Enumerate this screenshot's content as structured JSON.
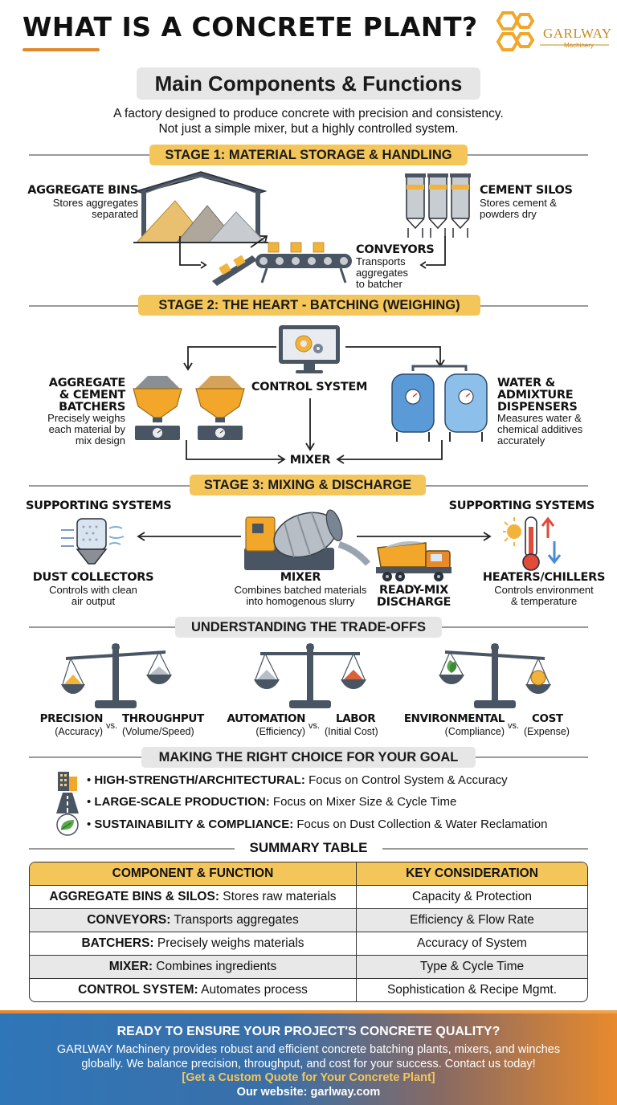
{
  "header": {
    "title": "WHAT IS A CONCRETE PLANT?",
    "logo_text": "GARLWAY",
    "logo_sub": "Machinery",
    "subtitle": "Main Components & Functions",
    "intro_1": "A factory designed to produce concrete with precision and consistency.",
    "intro_2": "Not just a simple mixer, but a highly controlled system."
  },
  "stage1": {
    "badge": "STAGE 1: MATERIAL STORAGE & HANDLING",
    "aggregate_title": "AGGREGATE BINS",
    "aggregate_desc_1": "Stores aggregates",
    "aggregate_desc_2": "separated",
    "silo_title": "CEMENT SILOS",
    "silo_desc_1": "Stores cement &",
    "silo_desc_2": "powders dry",
    "conveyor_title": "CONVEYORS",
    "conveyor_desc_1": "Transports",
    "conveyor_desc_2": "aggregates",
    "conveyor_desc_3": "to batcher"
  },
  "stage2": {
    "badge": "STAGE 2: THE HEART - BATCHING (WEIGHING)",
    "batcher_title_1": "AGGREGATE",
    "batcher_title_2": "& CEMENT",
    "batcher_title_3": "BATCHERS",
    "batcher_desc_1": "Precisely weighs",
    "batcher_desc_2": "each material by",
    "batcher_desc_3": "mix design",
    "control_title": "CONTROL SYSTEM",
    "mixer_label": "MIXER",
    "water_title_1": "WATER &",
    "water_title_2": "ADMIXTURE",
    "water_title_3": "DISPENSERS",
    "water_desc_1": "Measures water &",
    "water_desc_2": "chemical additives",
    "water_desc_3": "accurately"
  },
  "stage3": {
    "badge": "STAGE 3: MIXING & DISCHARGE",
    "support_left": "SUPPORTING SYSTEMS",
    "support_right": "SUPPORTING SYSTEMS",
    "dust_title": "DUST COLLECTORS",
    "dust_desc_1": "Controls with clean",
    "dust_desc_2": "air output",
    "mixer_title": "MIXER",
    "mixer_desc_1": "Combines batched materials",
    "mixer_desc_2": "into homogenous slurry",
    "discharge_1": "READY-MIX",
    "discharge_2": "DISCHARGE",
    "heat_title": "HEATERS/CHILLERS",
    "heat_desc_1": "Controls environment",
    "heat_desc_2": "& temperature"
  },
  "tradeoffs": {
    "badge": "UNDERSTANDING THE TRADE-OFFS",
    "vs": "vs.",
    "pairs": [
      {
        "left": "PRECISION",
        "left_sub": "(Accuracy)",
        "right": "THROUGHPUT",
        "right_sub": "(Volume/Speed)"
      },
      {
        "left": "AUTOMATION",
        "left_sub": "(Efficiency)",
        "right": "LABOR",
        "right_sub": "(Initial Cost)"
      },
      {
        "left": "ENVIRONMENTAL",
        "left_sub": "(Compliance)",
        "right": "COST",
        "right_sub": "(Expense)"
      }
    ]
  },
  "goals": {
    "badge": "MAKING THE RIGHT CHOICE FOR YOUR GOAL",
    "items": [
      {
        "icon": "building-icon",
        "bold": "HIGH-STRENGTH/ARCHITECTURAL:",
        "text": " Focus on Control System & Accuracy"
      },
      {
        "icon": "road-icon",
        "bold": "LARGE-SCALE PRODUCTION:",
        "text": " Focus on Mixer Size & Cycle Time"
      },
      {
        "icon": "leaf-icon",
        "bold": "SUSTAINABILITY & COMPLIANCE:",
        "text": " Focus on Dust Collection & Water Reclamation"
      }
    ]
  },
  "summary": {
    "title": "SUMMARY TABLE",
    "headers": [
      "COMPONENT & FUNCTION",
      "KEY CONSIDERATION"
    ],
    "rows": [
      {
        "bold": "AGGREGATE BINS & SILOS:",
        "text": " Stores raw materials",
        "key": "Capacity & Protection"
      },
      {
        "bold": "CONVEYORS:",
        "text": " Transports aggregates",
        "key": "Efficiency & Flow Rate"
      },
      {
        "bold": "BATCHERS:",
        "text": " Precisely weighs materials",
        "key": "Accuracy of System"
      },
      {
        "bold": "MIXER:",
        "text": " Combines ingredients",
        "key": "Type & Cycle Time"
      },
      {
        "bold": "CONTROL SYSTEM:",
        "text": " Automates process",
        "key": "Sophistication & Recipe Mgmt."
      }
    ]
  },
  "footer": {
    "headline": "READY TO ENSURE YOUR PROJECT'S CONCRETE QUALITY?",
    "body_1": "GARLWAY Machinery provides robust and efficient concrete batching plants, mixers, and winches",
    "body_2": "globally. We balance precision, throughput, and cost for your success. Contact us today!",
    "cta": "[Get a Custom Quote for Your Concrete Plant]",
    "website_label": "Our website: ",
    "website": "garlway.com"
  },
  "colors": {
    "accent_yellow": "#f4c65a",
    "accent_orange": "#e88a2c",
    "footer_blue": "#2f76b8",
    "badge_grey": "#e6e6e6"
  }
}
